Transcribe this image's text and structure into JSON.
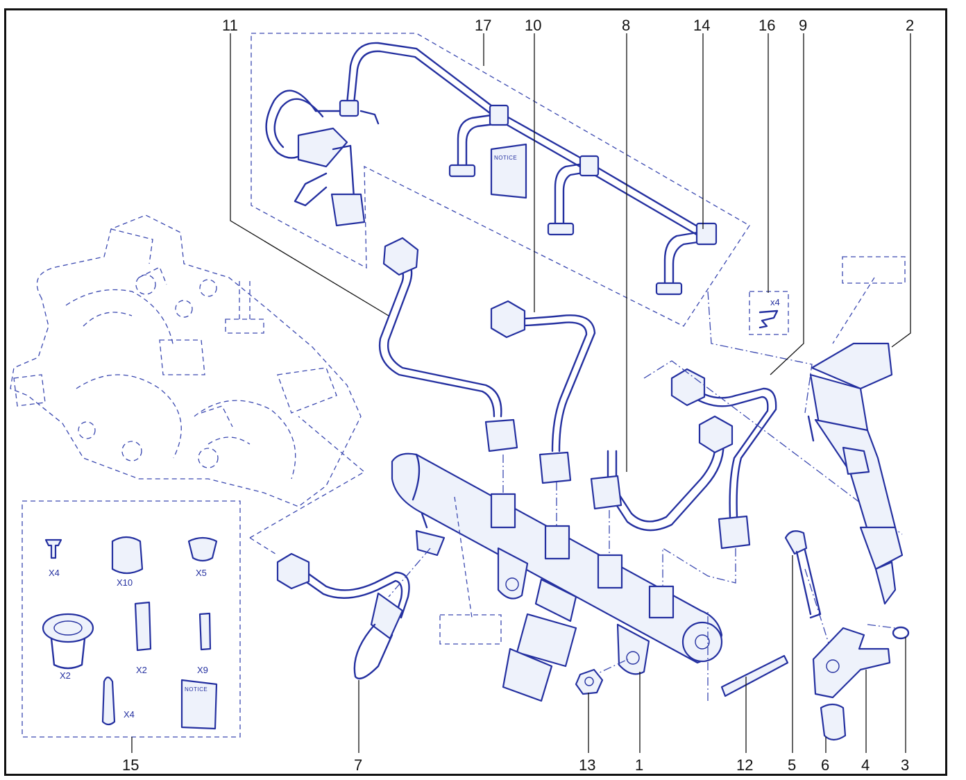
{
  "callouts": {
    "c1": "1",
    "c2": "2",
    "c3": "3",
    "c4": "4",
    "c5": "5",
    "c6": "6",
    "c7": "7",
    "c8": "8",
    "c9": "9",
    "c10": "10",
    "c11": "11",
    "c12": "12",
    "c13": "13",
    "c14": "14",
    "c15": "15",
    "c16": "16",
    "c17": "17"
  },
  "quantities": {
    "clip_qty": "x4",
    "kit_rivet": "X4",
    "kit_cap_large": "X10",
    "kit_plug": "X5",
    "kit_grommet": "X2",
    "kit_sleeve_long": "X2",
    "kit_sleeve_short": "X9",
    "kit_bullet": "X4"
  },
  "labels": {
    "notice_return": "NOTICE",
    "notice_kit": "NOTICE"
  },
  "colors": {
    "line": "#2430a0",
    "frame": "#111111",
    "background": "#ffffff"
  }
}
